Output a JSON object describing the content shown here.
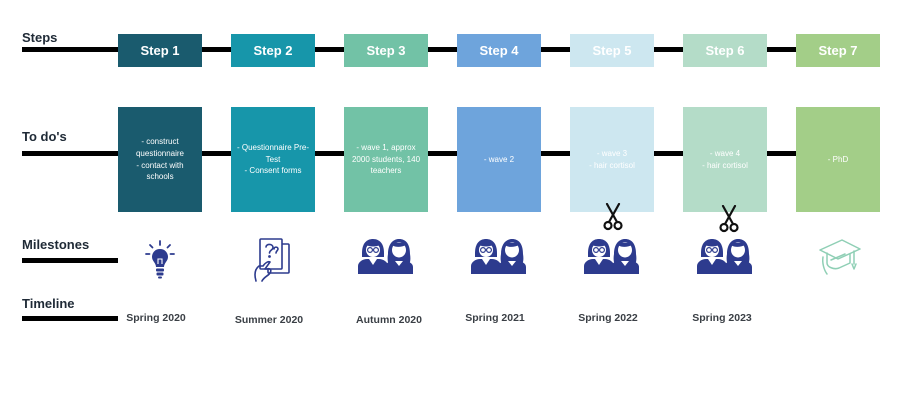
{
  "labels": {
    "steps": "Steps",
    "todos": "To do's",
    "milestones": "Milestones",
    "timeline": "Timeline"
  },
  "steps": [
    {
      "label": "Step 1",
      "color": "#1a5b6e",
      "text_color": "#ffffff"
    },
    {
      "label": "Step 2",
      "color": "#1796aa",
      "text_color": "#ffffff"
    },
    {
      "label": "Step 3",
      "color": "#72c2a6",
      "text_color": "#ffffff"
    },
    {
      "label": "Step 4",
      "color": "#6ea4dc",
      "text_color": "#ffffff"
    },
    {
      "label": "Step 5",
      "color": "#cde7f0",
      "text_color": "#ffffff"
    },
    {
      "label": "Step 6",
      "color": "#b4dcc8",
      "text_color": "#ffffff"
    },
    {
      "label": "Step 7",
      "color": "#a3ce88",
      "text_color": "#ffffff"
    }
  ],
  "todos": [
    {
      "lines": [
        "- construct questionnaire",
        "- contact with schools"
      ]
    },
    {
      "lines": [
        "- Questionnaire Pre-Test",
        "- Consent forms"
      ]
    },
    {
      "lines": [
        "- wave 1, approx 2000 students, 140 teachers"
      ]
    },
    {
      "lines": [
        "- wave 2"
      ]
    },
    {
      "lines": [
        "- wave 3",
        "- hair cortisol"
      ]
    },
    {
      "lines": [
        "- wave 4",
        "- hair cortisol"
      ]
    },
    {
      "lines": [
        "- PhD"
      ]
    }
  ],
  "milestones": [
    {
      "icon": "lightbulb-icon"
    },
    {
      "icon": "questionnaire-icon"
    },
    {
      "icon": "students-icon"
    },
    {
      "icon": "students-icon"
    },
    {
      "icon": "students-icon",
      "extra": "scissors-icon"
    },
    {
      "icon": "students-icon",
      "extra": "scissors-icon"
    },
    {
      "icon": "graduation-cap-icon"
    }
  ],
  "timeline": [
    "Spring 2020",
    "Summer 2020",
    "Autumn 2020",
    "Spring 2021",
    "Spring 2022",
    "Spring 2023"
  ],
  "colors": {
    "line": "#000000",
    "icon_navy": "#2d3b8e",
    "icon_teal": "#8fcfb5"
  }
}
